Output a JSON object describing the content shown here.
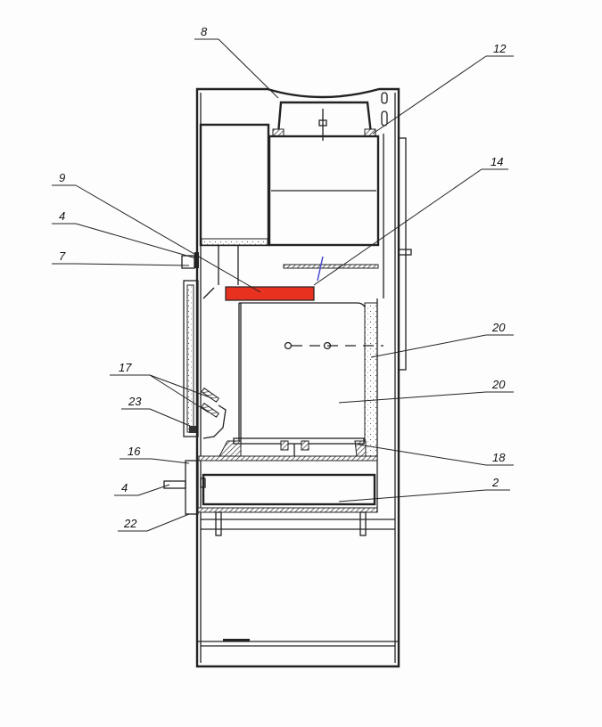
{
  "diagram": {
    "highlight_color": "#e8321f",
    "labels": [
      {
        "id": "8",
        "text": "8"
      },
      {
        "id": "12",
        "text": "12"
      },
      {
        "id": "14",
        "text": "14"
      },
      {
        "id": "9",
        "text": "9"
      },
      {
        "id": "4a",
        "text": "4"
      },
      {
        "id": "7",
        "text": "7"
      },
      {
        "id": "17",
        "text": "17"
      },
      {
        "id": "23",
        "text": "23"
      },
      {
        "id": "16",
        "text": "16"
      },
      {
        "id": "4b",
        "text": "4"
      },
      {
        "id": "22",
        "text": "22"
      },
      {
        "id": "20a",
        "text": "20"
      },
      {
        "id": "20b",
        "text": "20"
      },
      {
        "id": "18",
        "text": "18"
      },
      {
        "id": "2",
        "text": "2"
      }
    ]
  }
}
